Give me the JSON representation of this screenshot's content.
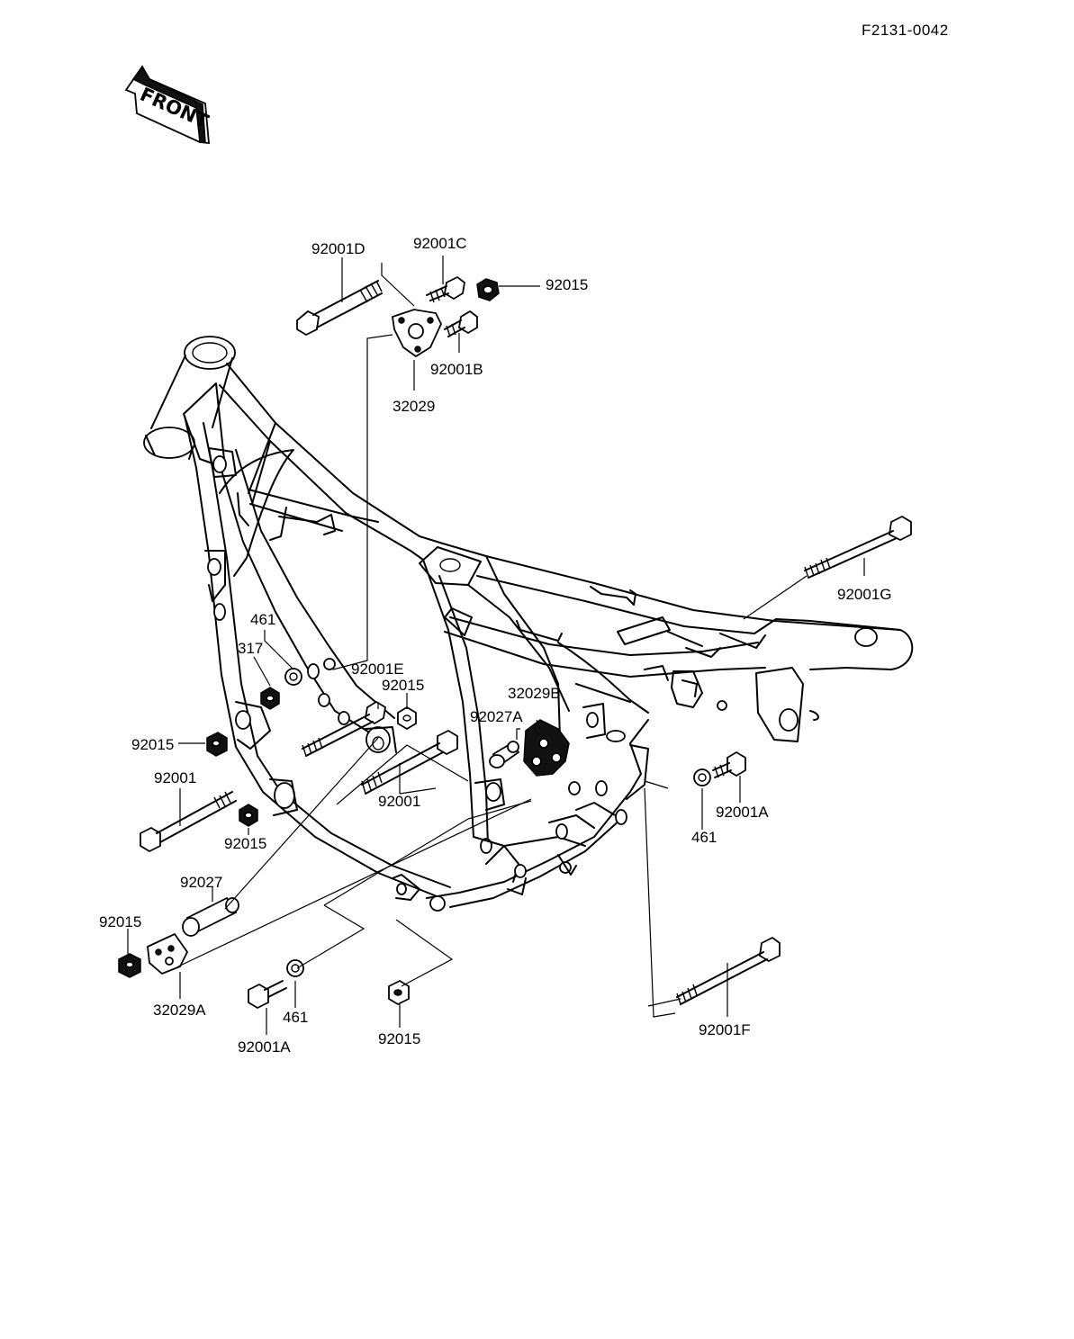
{
  "document_ref": "F2131-0042",
  "front_indicator": "FRONT",
  "labels": {
    "p92001D": "92001D",
    "p92001C": "92001C",
    "p92015_top": "92015",
    "p92001B": "92001B",
    "p32029": "32029",
    "p92001G": "92001G",
    "p461_upper": "461",
    "p317": "317",
    "p92001E": "92001E",
    "p92015_mid": "92015",
    "p32029B": "32029B",
    "p92027A": "92027A",
    "p92015_left": "92015",
    "p92001_left": "92001",
    "p92001_center": "92001",
    "p92015_under": "92015",
    "p92001A_right": "92001A",
    "p461_right": "461",
    "p92027": "92027",
    "p92015_lowleft": "92015",
    "p32029A": "32029A",
    "p461_bottom": "461",
    "p92001A_bottom": "92001A",
    "p92015_bottom": "92015",
    "p92001F": "92001F"
  },
  "icons": {
    "front_arrow": "front-arrow-icon",
    "frame": "motorcycle-frame-icon"
  },
  "colors": {
    "ink": "#000000",
    "paper": "#ffffff"
  }
}
